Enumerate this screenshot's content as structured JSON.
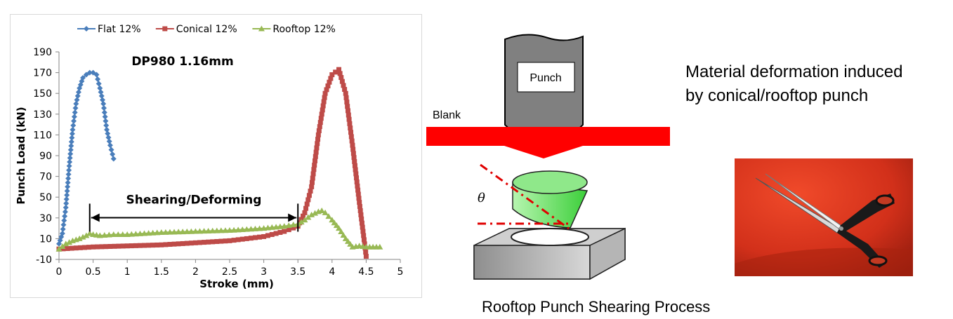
{
  "chart_data": {
    "type": "line",
    "title": "DP980 1.16mm",
    "xlabel": "Stroke (mm)",
    "ylabel": "Punch Load (kN)",
    "xlim": [
      0,
      5
    ],
    "ylim": [
      -10,
      190
    ],
    "xticks": [
      "0",
      "0.5",
      "1",
      "1.5",
      "2",
      "2.5",
      "3",
      "3.5",
      "4",
      "4.5",
      "5"
    ],
    "yticks": [
      "-10",
      "10",
      "30",
      "50",
      "70",
      "90",
      "110",
      "130",
      "150",
      "170",
      "190"
    ],
    "legend_position": "top",
    "grid": false,
    "annotation": {
      "text": "Shearing/Deforming",
      "x_start": 0.45,
      "x_end": 3.5,
      "y": 14
    },
    "series": [
      {
        "name": "Flat 12%",
        "color": "#4a7ebb",
        "marker": "diamond",
        "x": [
          0.0,
          0.05,
          0.1,
          0.15,
          0.2,
          0.25,
          0.3,
          0.35,
          0.4,
          0.45,
          0.5,
          0.55,
          0.6,
          0.65,
          0.7,
          0.75,
          0.8
        ],
        "y": [
          5,
          15,
          40,
          80,
          115,
          140,
          155,
          165,
          168,
          170,
          170,
          168,
          155,
          140,
          115,
          100,
          87
        ]
      },
      {
        "name": "Conical 12%",
        "color": "#be4b48",
        "marker": "square",
        "x": [
          0.0,
          0.5,
          1.0,
          1.5,
          2.0,
          2.5,
          3.0,
          3.3,
          3.5,
          3.6,
          3.7,
          3.8,
          3.9,
          4.0,
          4.1,
          4.2,
          4.3,
          4.4,
          4.5
        ],
        "y": [
          0,
          2,
          3,
          4,
          6,
          8,
          12,
          17,
          22,
          35,
          60,
          110,
          150,
          168,
          173,
          150,
          100,
          45,
          -7
        ]
      },
      {
        "name": "Rooftop 12%",
        "color": "#98b954",
        "marker": "triangle",
        "x": [
          0.0,
          0.1,
          0.2,
          0.3,
          0.4,
          0.45,
          0.5,
          0.6,
          0.8,
          1.0,
          1.5,
          2.0,
          2.5,
          3.0,
          3.3,
          3.5,
          3.6,
          3.7,
          3.8,
          3.85,
          3.9,
          4.0,
          4.1,
          4.2,
          4.3,
          4.4,
          4.5,
          4.6,
          4.7
        ],
        "y": [
          0,
          5,
          8,
          10,
          13,
          15,
          14,
          13,
          14,
          14,
          16,
          17,
          18,
          20,
          22,
          24,
          28,
          33,
          36,
          37,
          35,
          28,
          20,
          10,
          2,
          3,
          2,
          2,
          2
        ]
      }
    ]
  },
  "diagram": {
    "punch_label": "Punch",
    "blank_label": "Blank",
    "angle_label": "θ"
  },
  "side_text": {
    "line1": "Material deformation induced",
    "line2": "by conical/rooftop punch"
  },
  "caption": "Rooftop Punch Shearing Process",
  "photo": {
    "subject": "scissors-on-red-background"
  }
}
